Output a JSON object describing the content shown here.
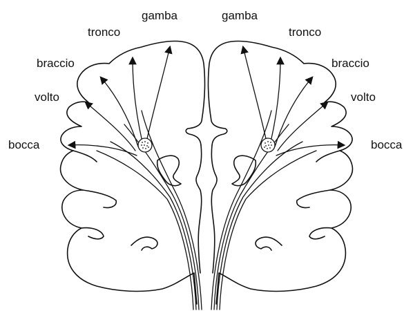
{
  "diagram": {
    "left_labels": {
      "gamba": "gamba",
      "tronco": "tronco",
      "braccio": "braccio",
      "volto": "volto",
      "bocca": "bocca"
    },
    "right_labels": {
      "gamba": "gamba",
      "tronco": "tronco",
      "braccio": "braccio",
      "volto": "volto",
      "bocca": "bocca"
    },
    "colors": {
      "ink": "#111111",
      "background": "#ffffff"
    }
  }
}
